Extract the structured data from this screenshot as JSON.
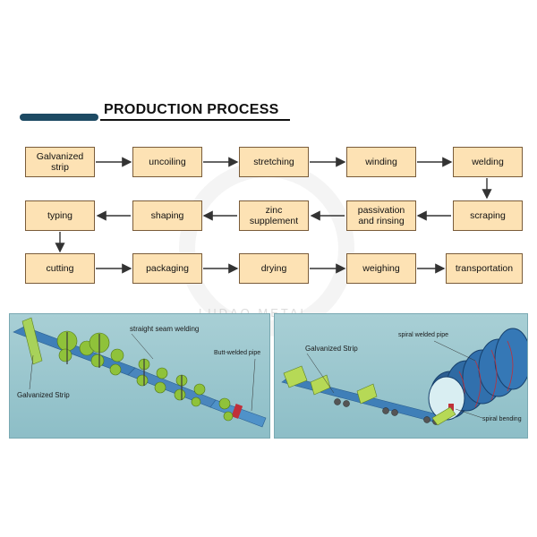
{
  "header": {
    "title": "PRODUCTION PROCESS"
  },
  "watermark": {
    "text": "LUDAO METAL"
  },
  "steps": {
    "galvanized_strip": "Galvanized strip",
    "uncoiling": "uncoiling",
    "stretching": "stretching",
    "winding": "winding",
    "welding": "welding",
    "scraping": "scraping",
    "passivation": "passivation and rinsing",
    "zinc_supplement": "zinc supplement",
    "shaping": "shaping",
    "typing": "typing",
    "cutting": "cutting",
    "packaging": "packaging",
    "drying": "drying",
    "weighing": "weighing",
    "transportation": "transportation"
  },
  "left_panel": {
    "label_weld": "straight seam welding",
    "label_strip": "Galvanized Strip",
    "label_pipe": "Butt-welded pipe"
  },
  "right_panel": {
    "label_strip": "Galvanized Strip",
    "label_pipe": "spiral welded pipe",
    "label_bend": "spiral bending"
  },
  "colors": {
    "box_fill": "#fde2b4",
    "box_border": "#7a5c3a",
    "panel_bg": "#9cc8cf",
    "title_accent": "#1d4a63",
    "roller_green": "#8fc23a",
    "pipe_blue": "#2f6fae"
  }
}
